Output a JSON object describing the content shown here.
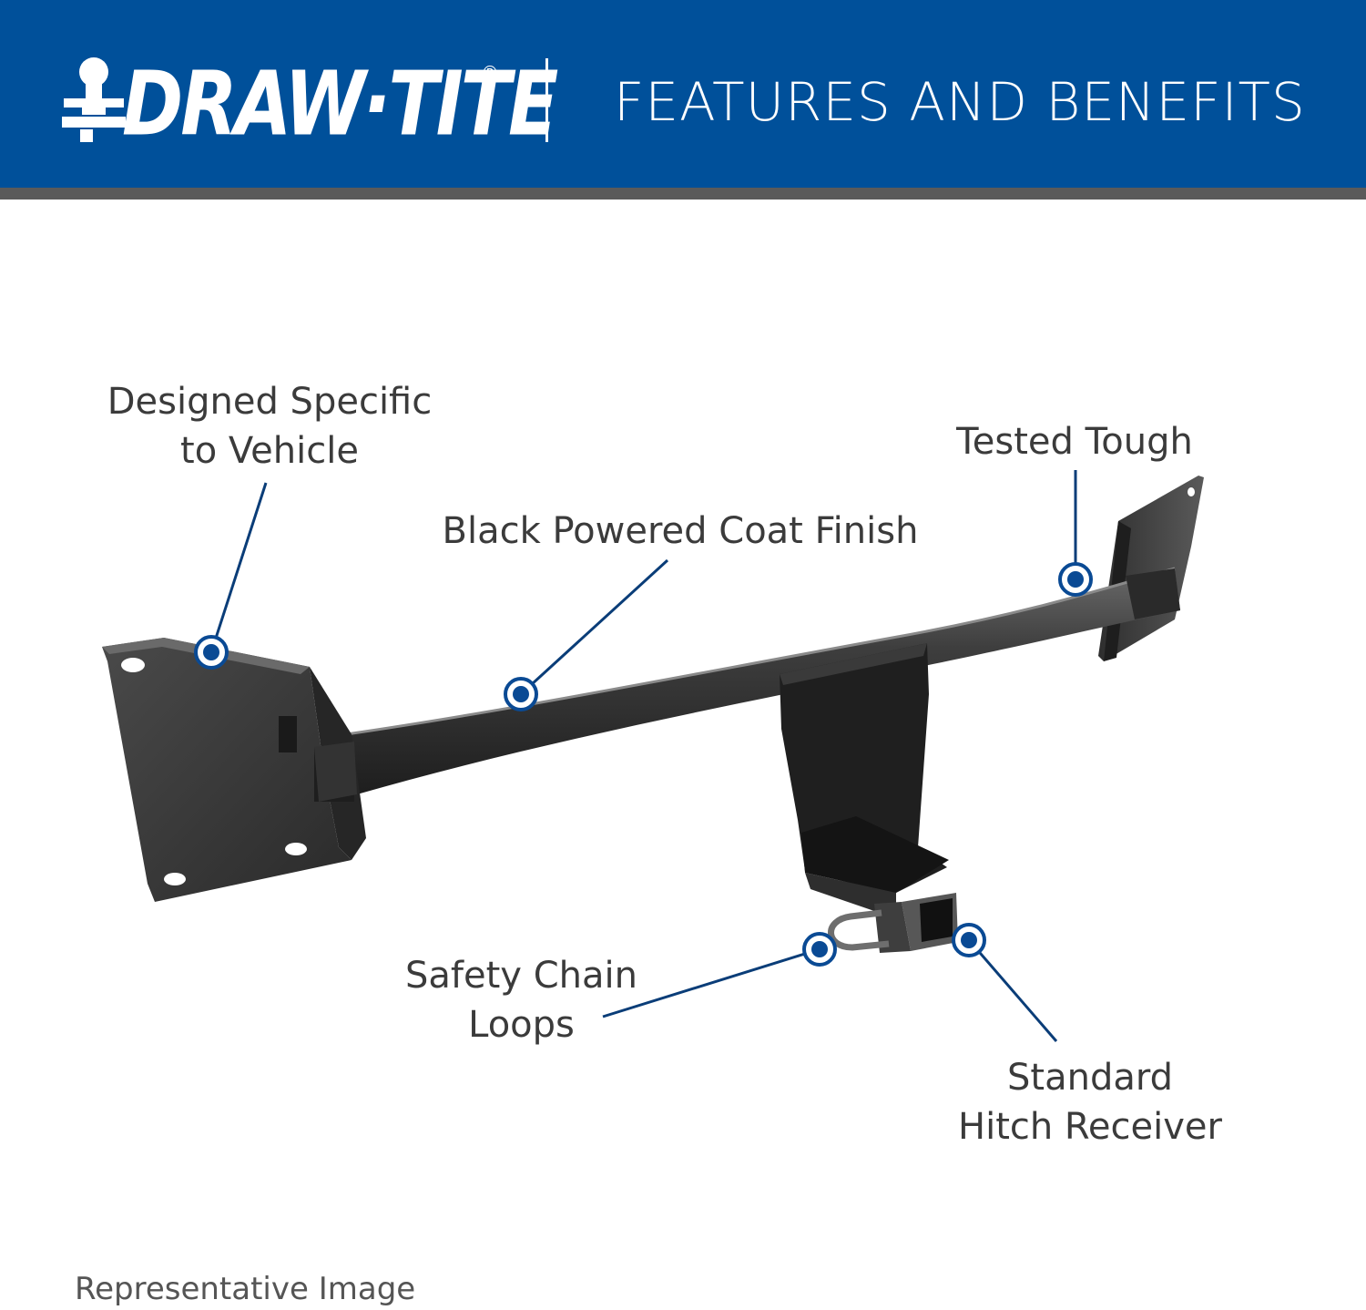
{
  "header": {
    "brand": "DRAW·TITE",
    "registered": "®",
    "title": "FEATURES AND BENEFITS"
  },
  "callouts": {
    "designed_line1": "Designed Specific",
    "designed_line2": "to Vehicle",
    "coat_finish": "Black Powered Coat Finish",
    "tested_tough": "Tested Tough",
    "chain_line1": "Safety Chain",
    "chain_line2": "Loops",
    "receiver_line1": "Standard",
    "receiver_line2": "Hitch Receiver"
  },
  "footer": {
    "note": "Representative Image"
  },
  "colors": {
    "header_blue": "#00509a",
    "header_shadow": "#5a5a5a",
    "callout_line": "#0a3d78",
    "marker_blue": "#0a4a94",
    "text": "#3b3b3b"
  },
  "icons": {
    "logo": "trailer-ball-icon",
    "marker": "callout-dot-icon"
  }
}
